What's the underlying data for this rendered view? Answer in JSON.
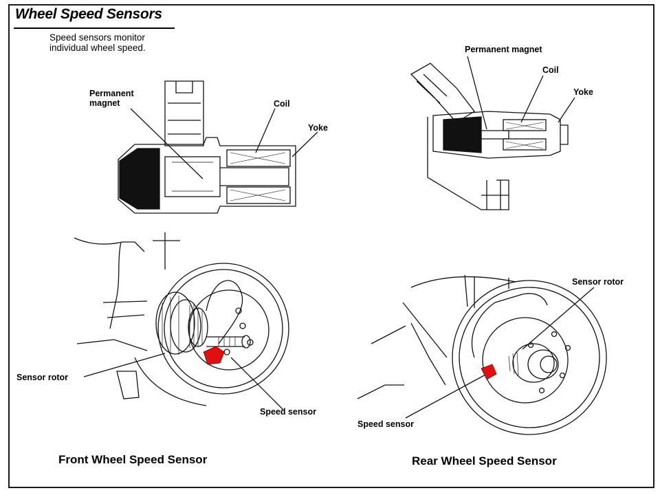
{
  "header": {
    "title": "Wheel Speed Sensors",
    "subtitle_line1": "Speed sensors monitor",
    "subtitle_line2": "individual wheel speed."
  },
  "front_detail": {
    "magnet_line1": "Permanent",
    "magnet_line2": "magnet",
    "coil": "Coil",
    "yoke": "Yoke"
  },
  "rear_detail": {
    "magnet": "Permanent magnet",
    "coil": "Coil",
    "yoke": "Yoke"
  },
  "front_assembly": {
    "sensor_rotor": "Sensor rotor",
    "speed_sensor": "Speed sensor",
    "caption": "Front Wheel Speed Sensor"
  },
  "rear_assembly": {
    "sensor_rotor": "Sensor rotor",
    "speed_sensor": "Speed sensor",
    "caption": "Rear Wheel Speed Sensor"
  },
  "colors": {
    "sensor_highlight": "#e01010",
    "line": "#111111"
  }
}
